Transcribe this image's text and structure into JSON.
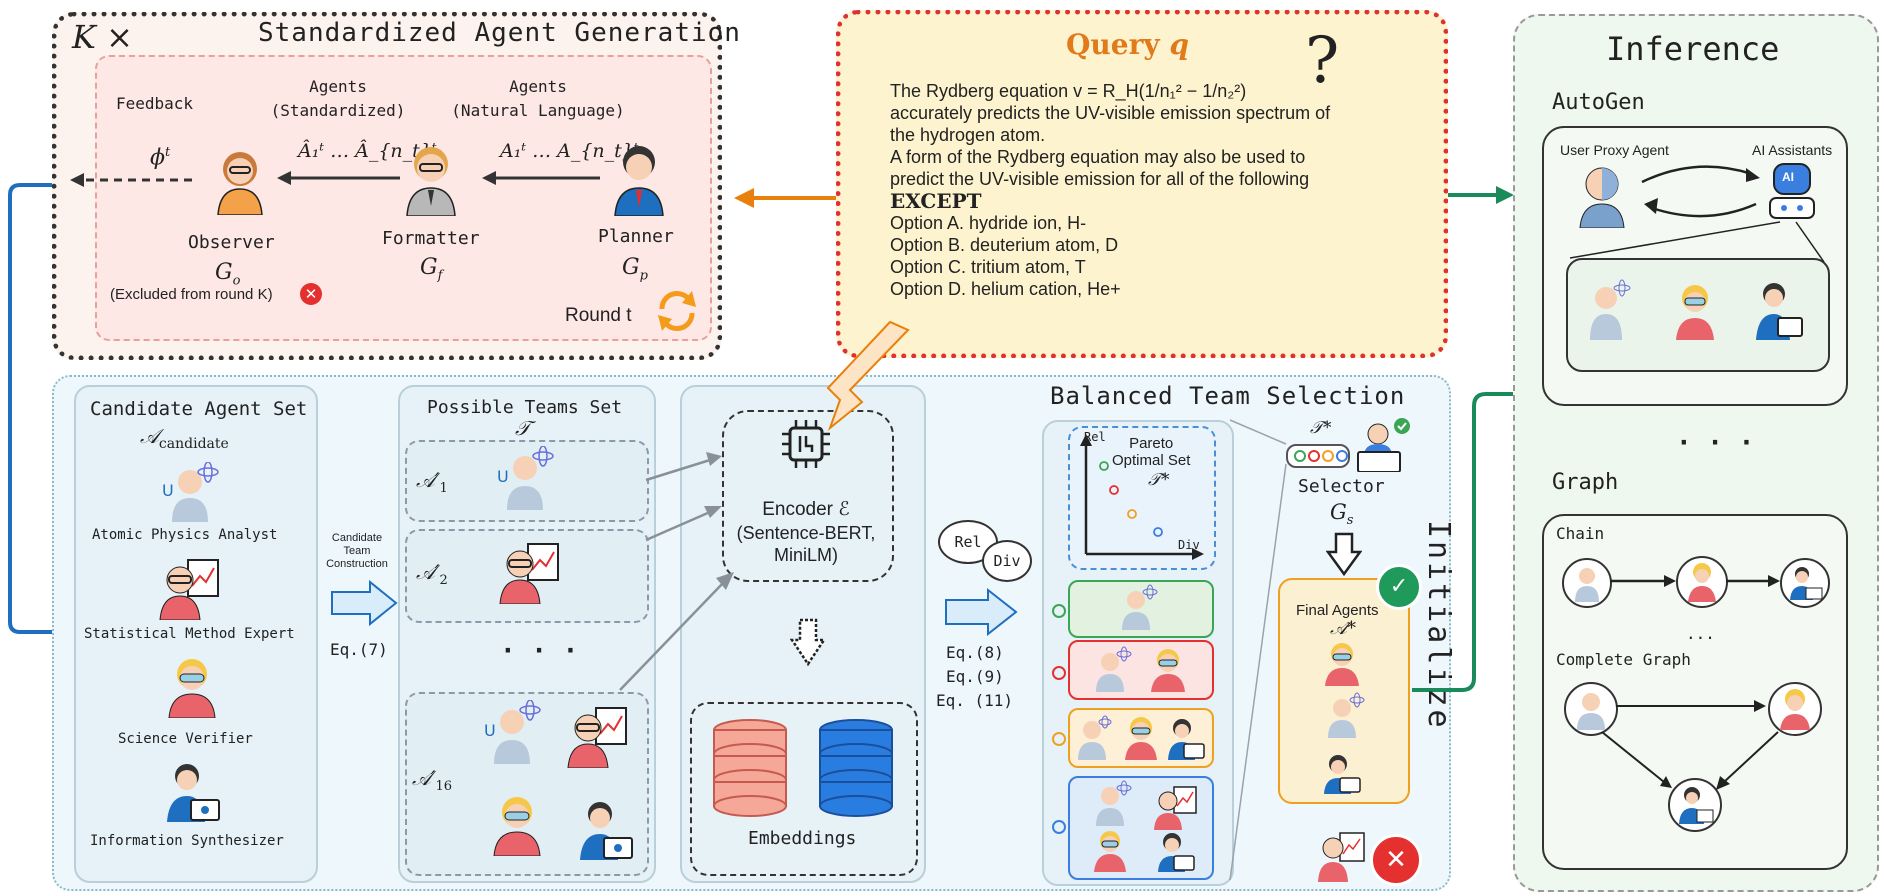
{
  "generation": {
    "k_times": "K ×",
    "title": "Standardized Agent Generation",
    "feedback": "Feedback",
    "agents_standardized": "Agents\n(Standardized)",
    "agents_natural": "Agents\n(Natural Language)",
    "phi": "ϕ",
    "phi_sup": "t",
    "a_hat_seq": "Â₁ᵗ … Â_{n_t}ᵗ",
    "a_seq": "A₁ᵗ … A_{n_t}ᵗ",
    "observer": "Observer",
    "observer_sym": "G",
    "observer_sub": "o",
    "formatter": "Formatter",
    "formatter_sym": "G",
    "formatter_sub": "f",
    "planner": "Planner",
    "planner_sym": "G",
    "planner_sub": "p",
    "excluded": "(Excluded from round K)",
    "round": "Round t"
  },
  "query": {
    "title": "Query",
    "title_var": "q",
    "line1": "The Rydberg equation v = R_H(1/n₁² − 1/n₂²)",
    "line2": "accurately predicts the UV-visible emission spectrum of",
    "line3": "the hydrogen atom.",
    "line4": "A form of the Rydberg equation may also be used to",
    "line5": "predict the UV-visible emission for all of the following",
    "except": "EXCEPT",
    "option_a": "Option A. hydride ion, H-",
    "option_b": "Option B. deuterium atom, D",
    "option_c": "Option C. tritium atom, T",
    "option_d": "Option D. helium cation, He+"
  },
  "candidate": {
    "title": "Candidate Agent Set",
    "symbol": "𝒜",
    "symbol_sub": "candidate",
    "agent1": "Atomic Physics Analyst",
    "agent2": "Statistical Method Expert",
    "agent3": "Science Verifier",
    "agent4": "Information Synthesizer"
  },
  "construction": {
    "label": "Candidate\nTeam\nConstruction",
    "eq": "Eq.(7)"
  },
  "teams": {
    "title": "Possible Teams Set",
    "symbol": "𝒯",
    "t1": "𝒜′",
    "t1_sub": "1",
    "t2": "𝒜′",
    "t2_sub": "2",
    "t16": "𝒜′",
    "t16_sub": "16",
    "ellipsis": "· · ·"
  },
  "encoder": {
    "label": "Encoder ℰ",
    "detail": "(Sentence-BERT,\nMiniLM)",
    "embeddings": "Embeddings"
  },
  "rel_div": {
    "rel": "Rel",
    "div": "Div",
    "eq8": "Eq.(8)",
    "eq9": "Eq.(9)",
    "eq11": "Eq. (11)"
  },
  "selection": {
    "title": "Balanced Team Selection",
    "pareto": "Pareto\nOptimal Set",
    "pareto_sym": "𝒯*",
    "axis_y": "Rel",
    "axis_x": "Div",
    "t_star": "𝒯*",
    "selector": "Selector",
    "selector_sym": "G",
    "selector_sub": "s",
    "final": "Final Agents",
    "final_sym": "𝒜*"
  },
  "initialize": "Initialize",
  "inference": {
    "title": "Inference",
    "autogen": "AutoGen",
    "user_proxy": "User Proxy Agent",
    "ai_assistants": "AI Assistants",
    "ai_badge": "AI",
    "ellipsis": "· · ·",
    "graph": "Graph",
    "chain": "Chain",
    "chain_ellipsis": "...",
    "complete": "Complete Graph"
  },
  "colors": {
    "arrow_orange": "#e8800c",
    "arrow_green": "#1a8a5a",
    "arrow_blue": "#1f6fc0",
    "query_red": "#e03030",
    "query_title": "#e07a1a"
  }
}
